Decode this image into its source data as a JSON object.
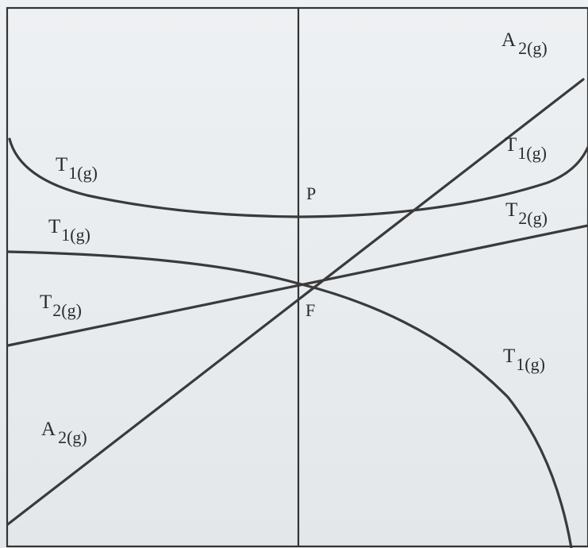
{
  "diagram": {
    "point_P": "P",
    "point_F": "F",
    "labels": {
      "a2_top": {
        "main": "A",
        "sub": "2(g)"
      },
      "t1_top_right": {
        "main": "T",
        "sub": "1(g)"
      },
      "t1_top_left": {
        "main": "T",
        "sub": "1(g)"
      },
      "t2_right": {
        "main": "T",
        "sub": "2(g)"
      },
      "t1_left": {
        "main": "T",
        "sub": "1(g)"
      },
      "t2_left": {
        "main": "T",
        "sub": "2(g)"
      },
      "t1_bottom_right": {
        "main": "T",
        "sub": "1(g)"
      },
      "a2_bottom": {
        "main": "A",
        "sub": "2(g)"
      }
    }
  }
}
